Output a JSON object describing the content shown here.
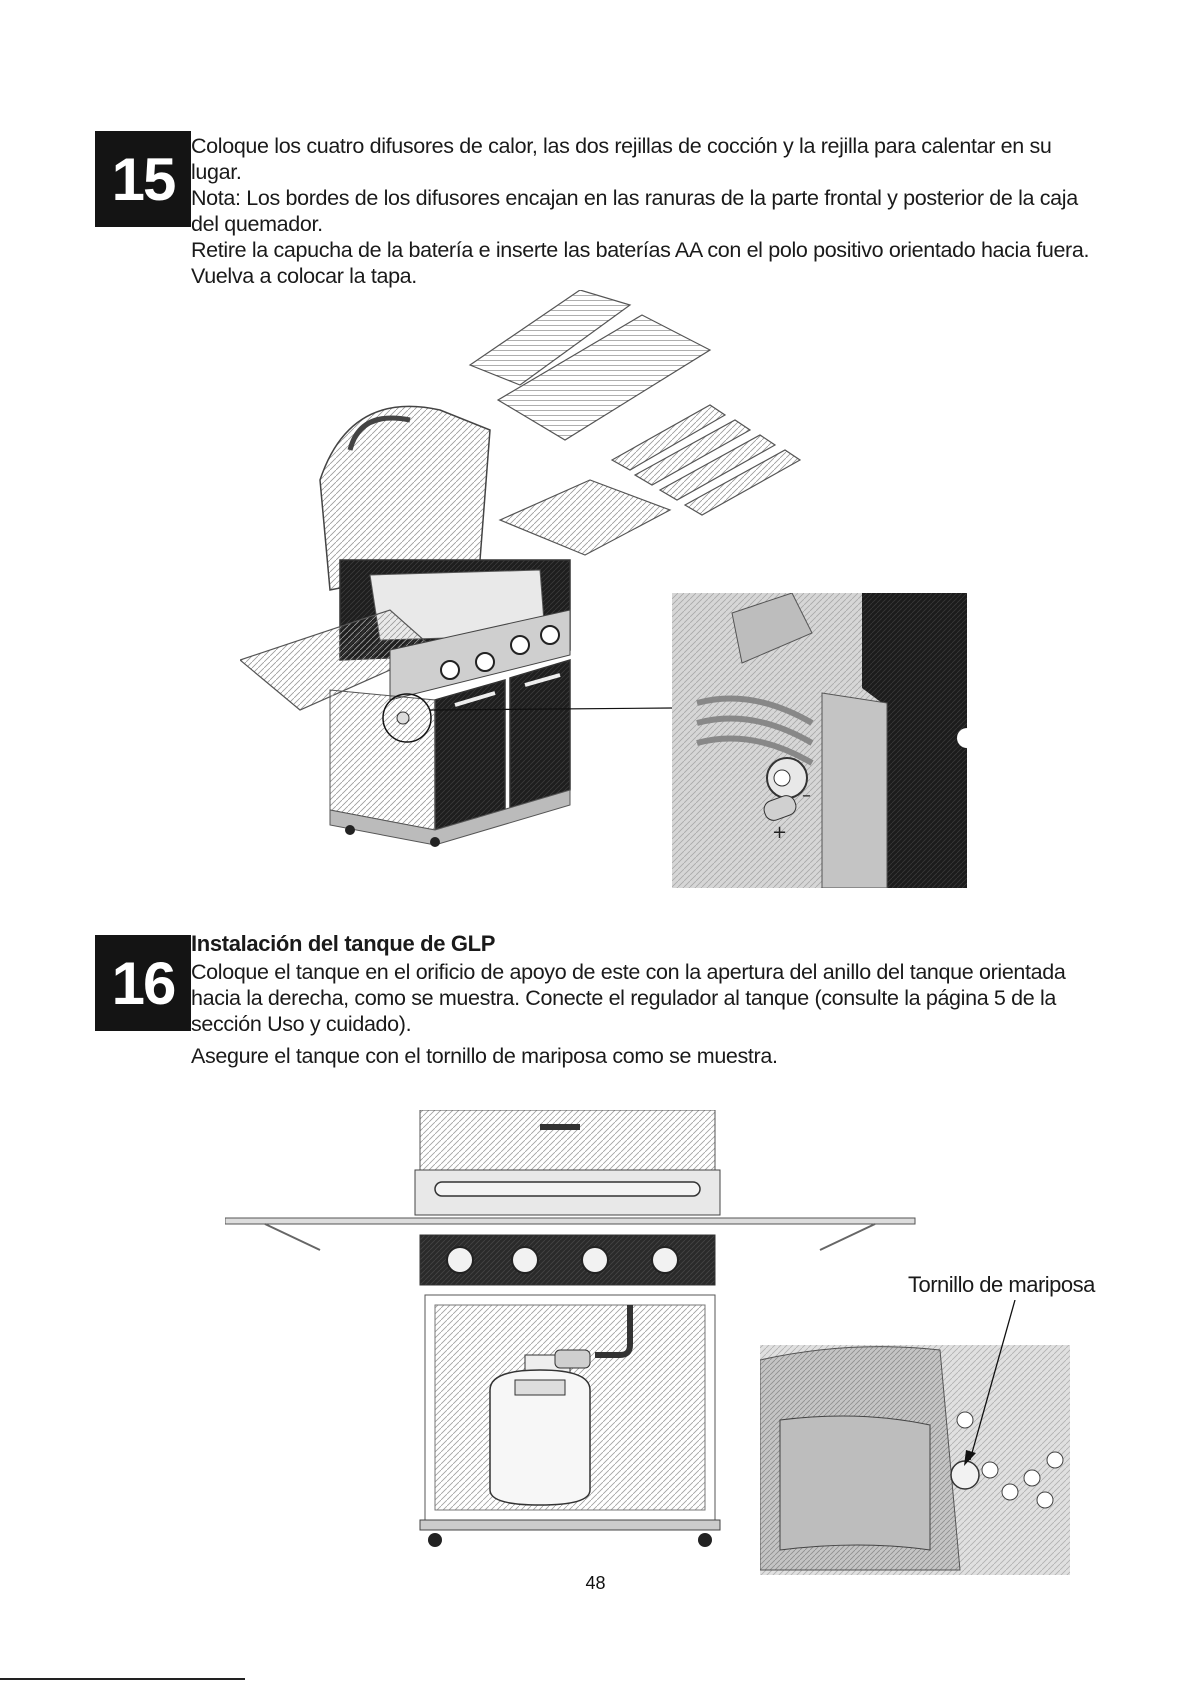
{
  "step15": {
    "number": "15",
    "lines": [
      "Coloque los cuatro difusores de calor, las dos rejillas de cocción y la rejilla para calentar en su lugar.",
      "Nota: Los bordes de los difusores encajan en las ranuras de la parte frontal y posterior de la caja del quemador.",
      "Retire la capucha de la batería e inserte las baterías AA con el polo positivo orientado hacia fuera.",
      "Vuelva a colocar la tapa."
    ]
  },
  "step16": {
    "number": "16",
    "heading": "Instalación del tanque de GLP",
    "lines": [
      "Coloque el tanque en el orificio de apoyo de este con la apertura del anillo del tanque orientada hacia la derecha, como se muestra. Conecte el regulador al tanque (consulte la página 5 de la sección Uso y cuidado).",
      "Asegure el tanque con el tornillo de mariposa como se muestra."
    ]
  },
  "figure16": {
    "callout_label": "Tornillo de mariposa"
  },
  "page": {
    "number": "48"
  }
}
